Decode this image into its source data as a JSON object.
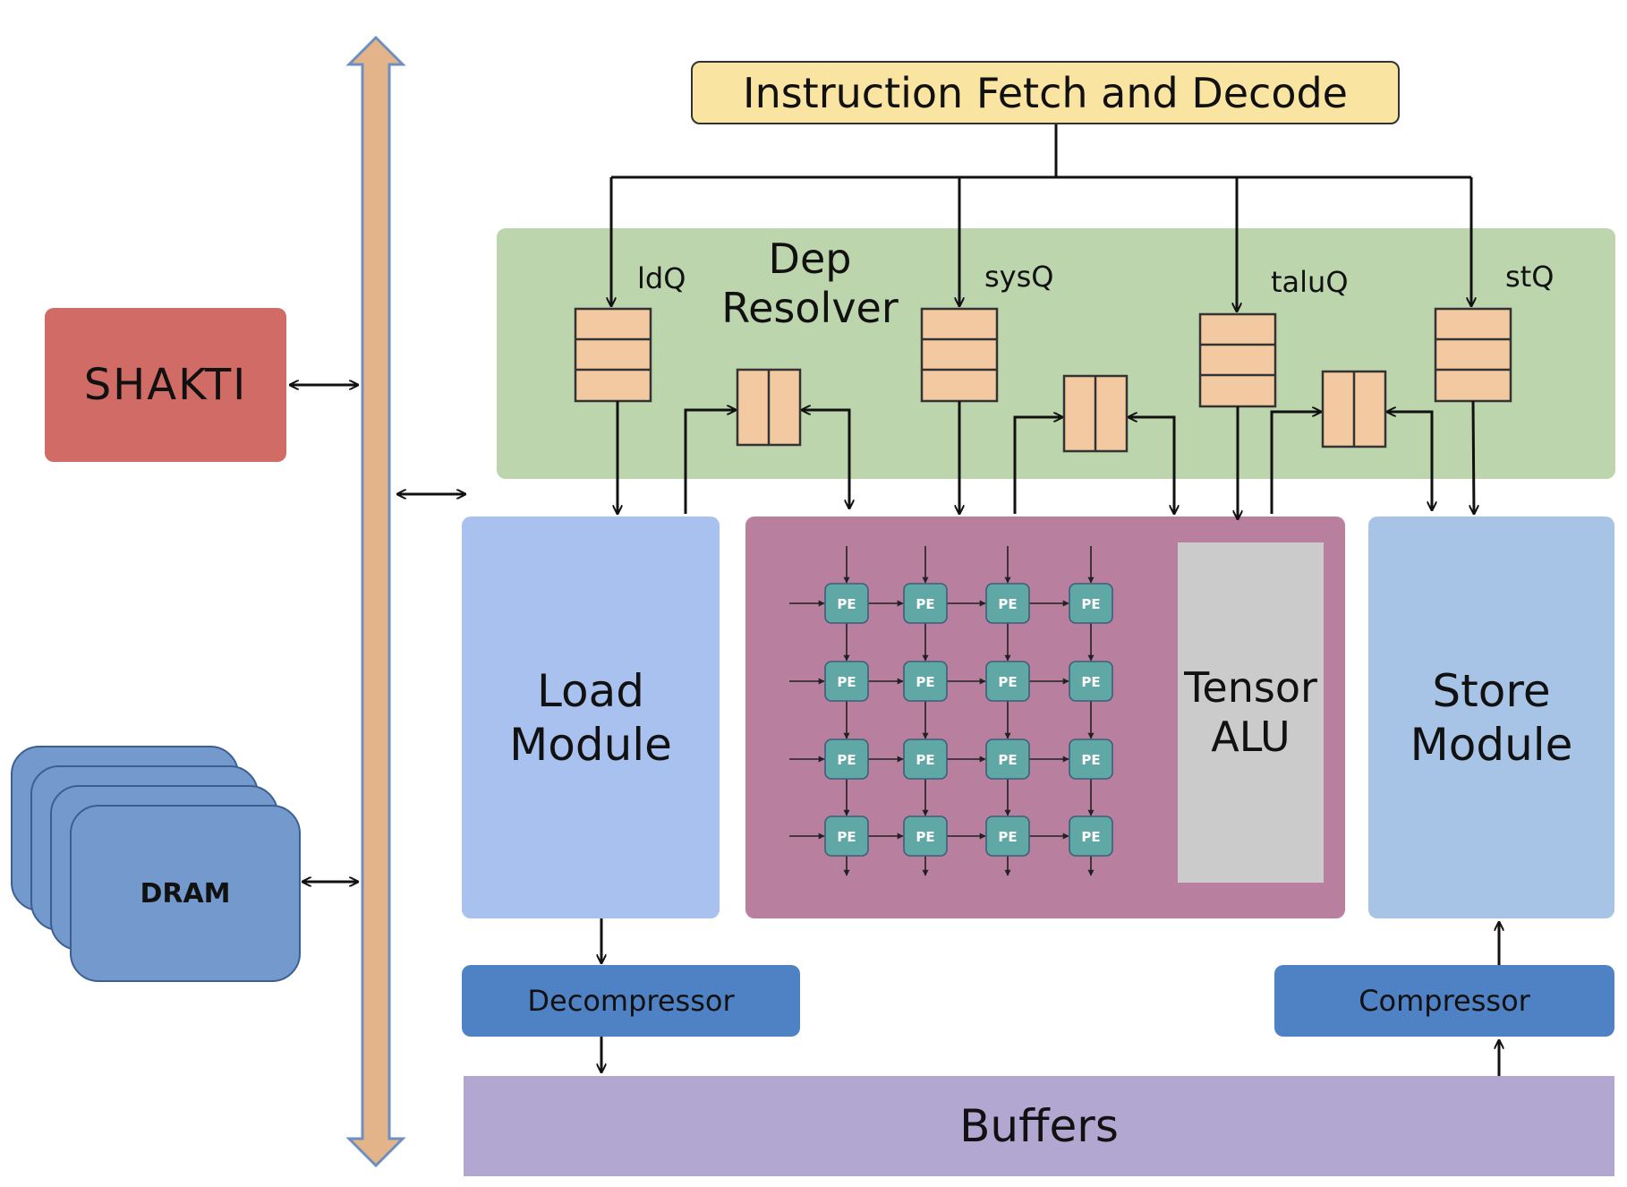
{
  "instruction_block": {
    "label": "Instruction Fetch and Decode"
  },
  "dep_resolver": {
    "line1": "Dep",
    "line2": "Resolver"
  },
  "queues": [
    {
      "id": "ldq",
      "label": "ldQ"
    },
    {
      "id": "sysq",
      "label": "sysQ"
    },
    {
      "id": "taluq",
      "label": "taluQ"
    },
    {
      "id": "stq",
      "label": "stQ"
    }
  ],
  "shakti": {
    "label": "SHAKTI"
  },
  "dram": {
    "label": "DRAM"
  },
  "load_module": {
    "line1": "Load",
    "line2": "Module"
  },
  "tensor_alu": {
    "line1": "Tensor",
    "line2": "ALU"
  },
  "store_module": {
    "line1": "Store",
    "line2": "Module"
  },
  "pe_label": "PE",
  "pe_grid": {
    "rows": 4,
    "cols": 4
  },
  "decompressor": {
    "label": "Decompressor"
  },
  "compressor": {
    "label": "Compressor"
  },
  "buffers": {
    "label": "Buffers"
  },
  "colors": {
    "instruction": "#f9e4a1",
    "dep_resolver": "#bcd5ad",
    "queue": "#f2c9a0",
    "shakti": "#d06b66",
    "dram": "#7499cc",
    "bus": "#e3b48a",
    "load_module": "#a9c1ee",
    "compute": "#b87f9e",
    "tensor_alu": "#cbcbcb",
    "store_module": "#a7c3e6",
    "pe": "#5fa8a5",
    "codec": "#4f82c4",
    "buffers": "#b1a7d0"
  }
}
